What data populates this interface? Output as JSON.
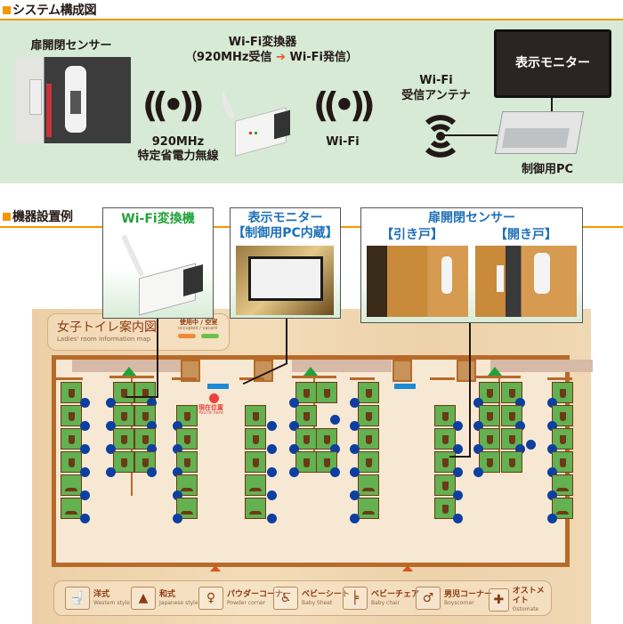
{
  "section1": {
    "title": "システム構成図",
    "sensor_label": "扉開閉センサー",
    "converter_label": "Wi-Fi変換器",
    "converter_sub_left": "（920MHz受信",
    "converter_sub_arrow": "➔",
    "converter_sub_right": "Wi-Fi発信）",
    "wave1_label_line1": "920MHz",
    "wave1_label_line2": "特定省電力無線",
    "wave2_label": "Wi-Fi",
    "antenna_label_line1": "Wi-Fi",
    "antenna_label_line2": "受信アンテナ",
    "monitor_label": "表示モニター",
    "pc_label": "制御用PC"
  },
  "section2": {
    "title": "機器設置例",
    "callout_converter": "Wi-Fi変換機",
    "callout_monitor_line1": "表示モニター",
    "callout_monitor_line2": "【制御用PC内蔵】",
    "callout_sensor_title": "扉開閉センサー",
    "callout_sensor_sliding": "【引き戸】",
    "callout_sensor_hinged": "【開き戸】"
  },
  "map": {
    "title": "女子トイレ案内図",
    "subtitle": "Ladies' room information map",
    "status_jp": "使用中 / 空室",
    "status_en": "occupied / vacant",
    "occupied_color": "#ee8a3a",
    "vacant_color": "#6dbf4f",
    "you_are_here_jp": "現在位置",
    "you_are_here_en": "You're here"
  },
  "legend": [
    {
      "icon": "western-toilet-icon",
      "glyph": "🚽",
      "jp": "洋式",
      "en": "Western style"
    },
    {
      "icon": "japanese-toilet-icon",
      "glyph": "▲",
      "jp": "和式",
      "en": "Japanese style"
    },
    {
      "icon": "powder-corner-icon",
      "glyph": "♀",
      "jp": "パウダーコーナー",
      "en": "Powder corner"
    },
    {
      "icon": "baby-sheet-icon",
      "glyph": "♿",
      "jp": "ベビーシート",
      "en": "Baby Sheet"
    },
    {
      "icon": "baby-chair-icon",
      "glyph": "╞",
      "jp": "ベビーチェア",
      "en": "Baby chair"
    },
    {
      "icon": "boys-corner-icon",
      "glyph": "♂",
      "jp": "男児コーナー",
      "en": "Boyscorner"
    },
    {
      "icon": "ostomate-icon",
      "glyph": "✚",
      "jp": "オストメイト",
      "en": "Ostomate"
    }
  ]
}
